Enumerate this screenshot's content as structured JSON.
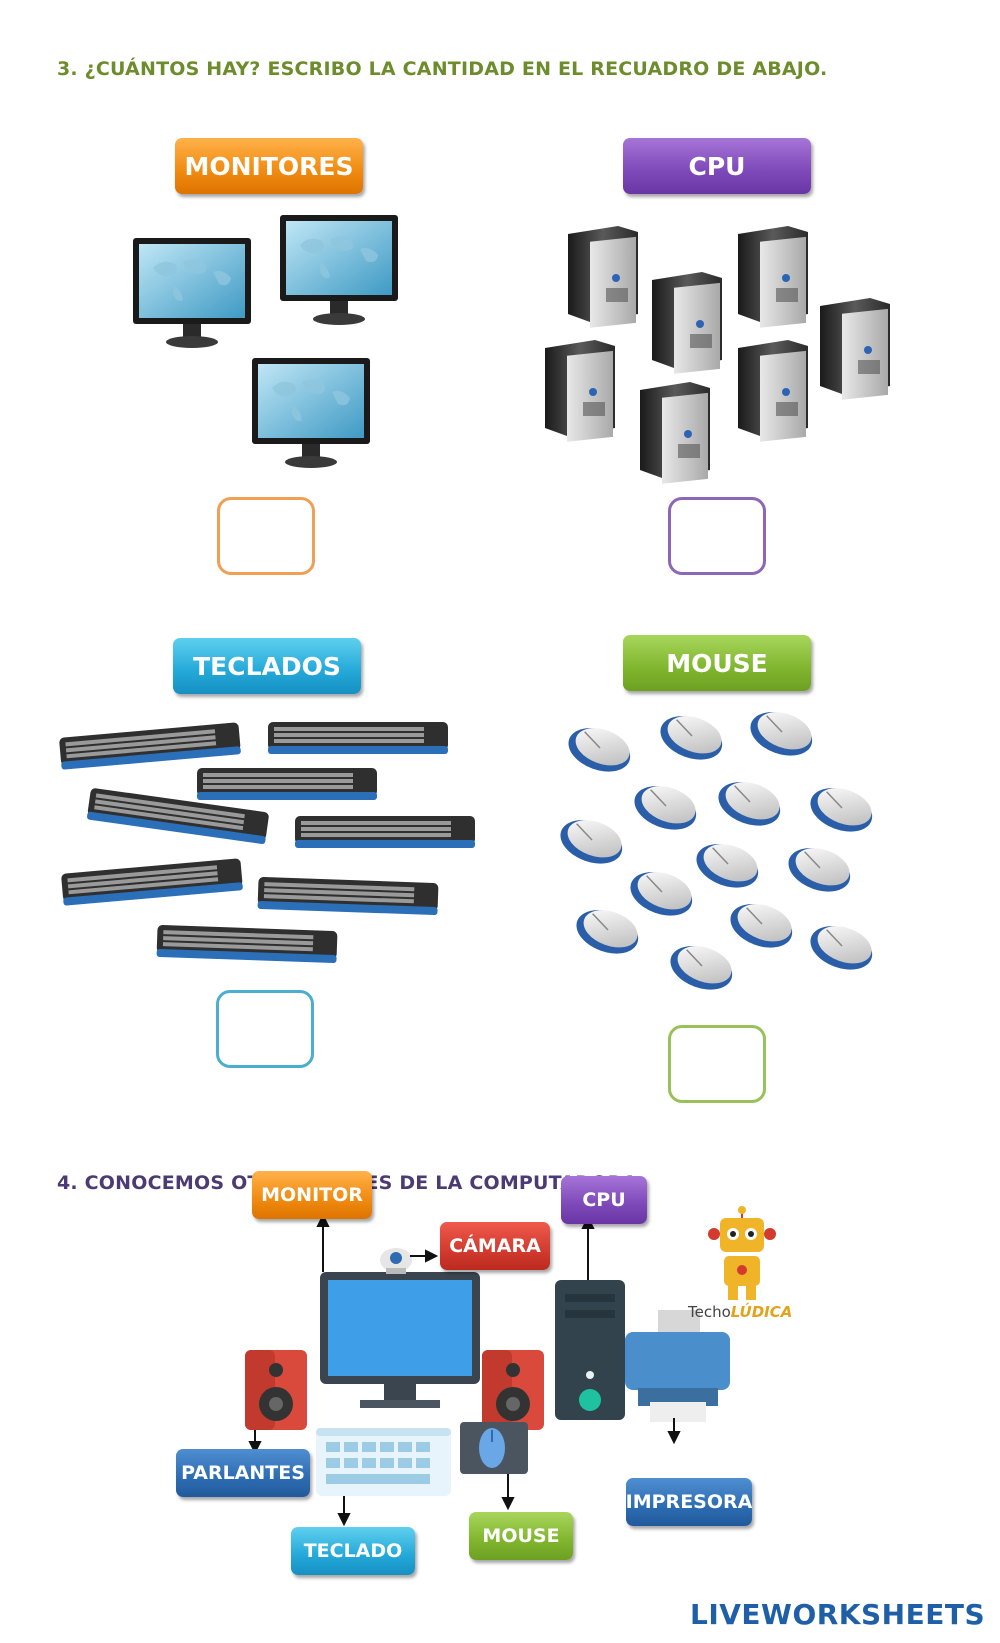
{
  "section3": {
    "title": "3.   ¿CUÁNTOS HAY? ESCRIBO LA CANTIDAD EN EL RECUADRO DE ABAJO.",
    "groups": [
      {
        "label": "MONITORES",
        "color": "#f08a10"
      },
      {
        "label": "CPU",
        "color": "#7d48b8"
      },
      {
        "label": "TECLADOS",
        "color": "#23a8d8"
      },
      {
        "label": "MOUSE",
        "color": "#80b52e"
      }
    ]
  },
  "section4": {
    "title": "4.   CONOCEMOS  OTRAS  PARTES  DE  LA  COMPUTADORA",
    "labels": {
      "monitor": "MONITOR",
      "camara": "CÁMARA",
      "cpu": "CPU",
      "parlantes": "PARLANTES",
      "teclado": "TECLADO",
      "mouse": "MOUSE",
      "impresora": "IMPRESORA"
    }
  },
  "brand": {
    "techno_prefix": "Techo",
    "techno_suffix": "LÚDICA",
    "watermark": "LIVEWORKSHEETS"
  }
}
